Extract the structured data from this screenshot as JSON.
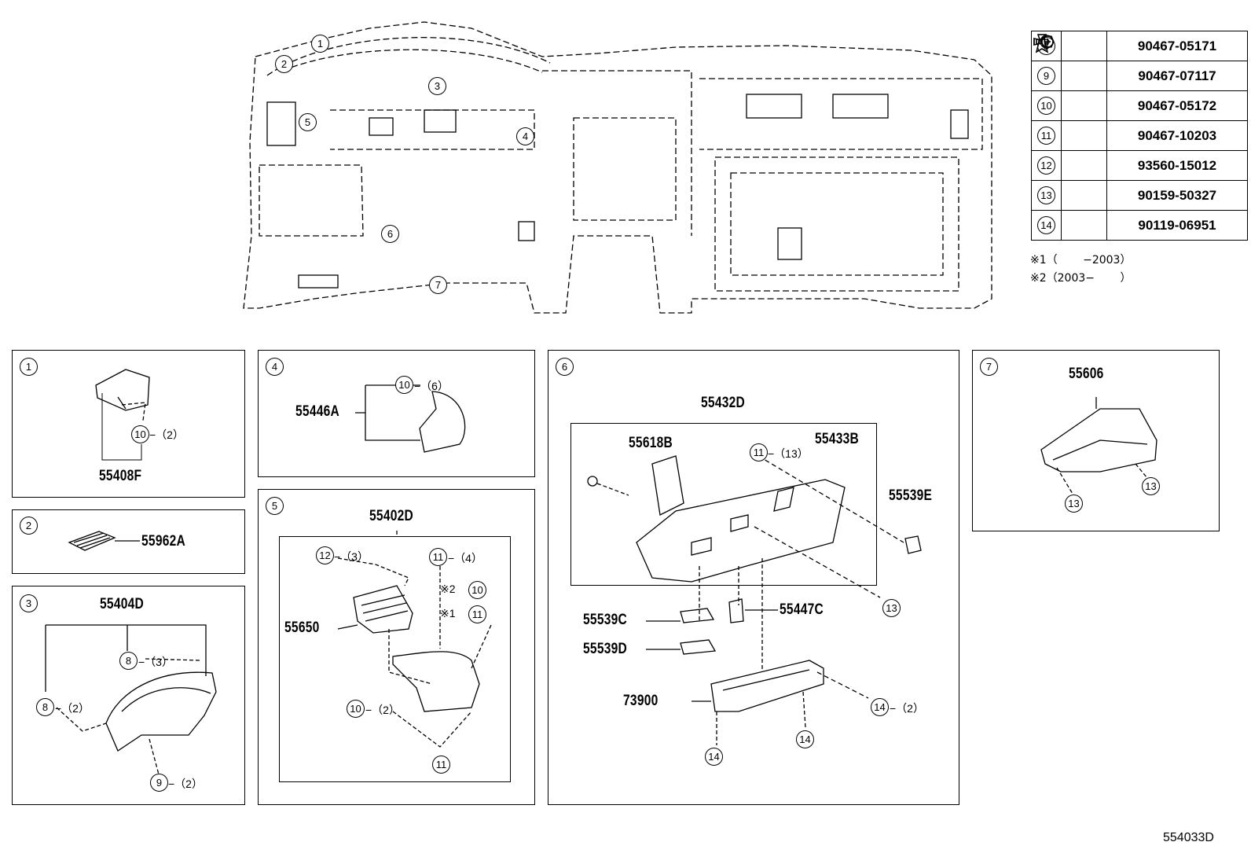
{
  "legend": [
    {
      "ref": "8",
      "part_no": "90467-05171",
      "icon": "clip-icon"
    },
    {
      "ref": "9",
      "part_no": "90467-07117",
      "icon": "push-rivet-icon"
    },
    {
      "ref": "10",
      "part_no": "90467-05172",
      "icon": "clip-icon"
    },
    {
      "ref": "11",
      "part_no": "90467-10203",
      "icon": "clip-icon"
    },
    {
      "ref": "12",
      "part_no": "93560-15012",
      "icon": "screw-icon"
    },
    {
      "ref": "13",
      "part_no": "90159-50327",
      "icon": "screw-icon"
    },
    {
      "ref": "14",
      "part_no": "90119-06951",
      "icon": "bolt-icon"
    }
  ],
  "notes": {
    "n1": "※1（　　 −2003）",
    "n2": "※2（2003−　　 ）"
  },
  "overview_callouts": [
    "1",
    "2",
    "3",
    "4",
    "5",
    "6",
    "7"
  ],
  "panels": {
    "p1": {
      "ref": "1",
      "part": "55408F",
      "fastener": "10",
      "qty": "−（2）"
    },
    "p2": {
      "ref": "2",
      "part": "55962A"
    },
    "p3": {
      "ref": "3",
      "part": "55404D",
      "f8a": "8",
      "q8a": "−（3）",
      "f8b": "8",
      "q8b": "−（2）",
      "f9": "9",
      "q9": "−（2）"
    },
    "p4": {
      "ref": "4",
      "part": "55446A",
      "fastener": "10",
      "qty": "−（6）"
    },
    "p5": {
      "ref": "5",
      "assy": "55402D",
      "vent": "55650",
      "f12": "12",
      "q12": "−（3）",
      "f11a": "11",
      "q11a": "−（4）",
      "m2": "※2",
      "f10a": "10",
      "m1": "※1",
      "f11b": "11",
      "f10b": "10",
      "q10b": "−（2）",
      "f11c": "11"
    },
    "p6": {
      "ref": "6",
      "assy": "55432D",
      "a": "55618B",
      "b": "55433B",
      "c": "55539E",
      "d": "55539C",
      "e": "55447C",
      "f": "55539D",
      "g": "73900",
      "f11": "11",
      "q11": "−（13）",
      "f13": "13",
      "f14a": "14",
      "q14a": "−（2）",
      "f14b": "14",
      "f14c": "14"
    },
    "p7": {
      "ref": "7",
      "part": "55606",
      "f13a": "13",
      "f13b": "13"
    }
  },
  "diagram_id": "554033D"
}
